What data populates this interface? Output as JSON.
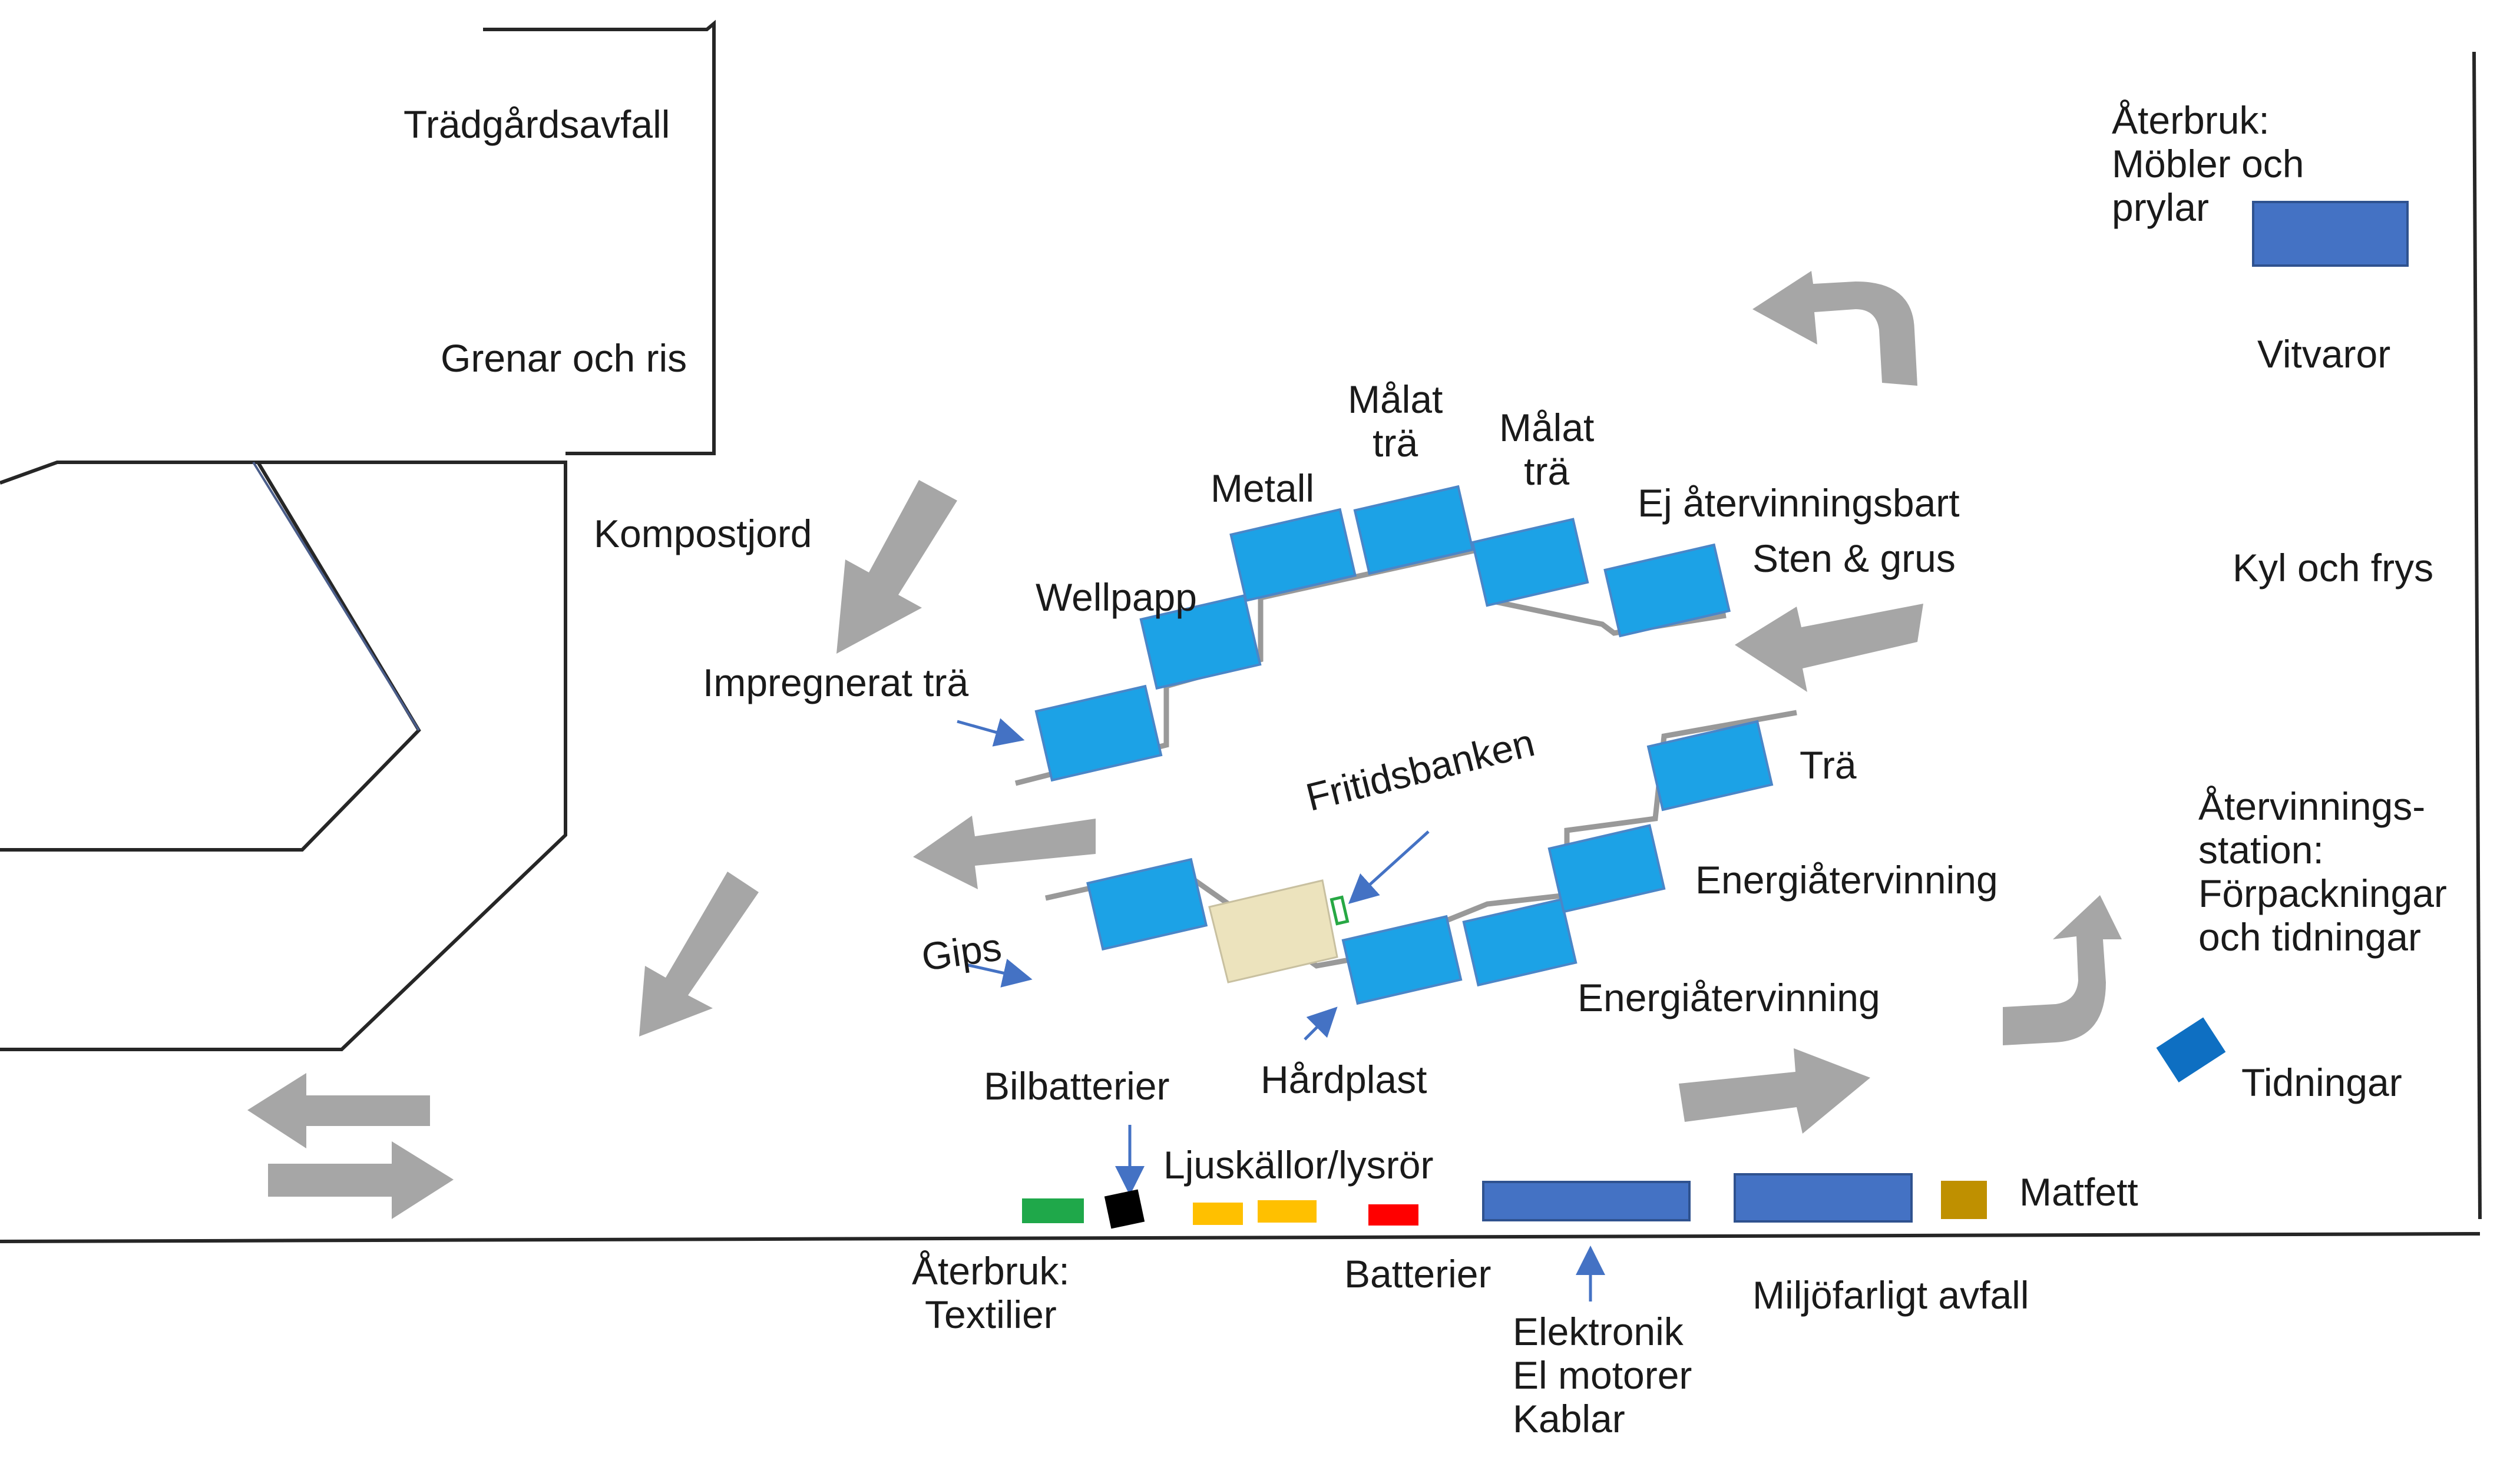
{
  "colors": {
    "container": "#1ca2e6",
    "container_border": "#4a86c8",
    "arrow": "#a6a6a6",
    "wall": "#262626",
    "small_arrow": "#4472c4",
    "hazard_box": "#4472c4",
    "fritidsbanken": "#ece3bd",
    "textilier": "#1fa84a",
    "bilbatterier": "#000000",
    "ljuskallor": "#ffc000",
    "batterier": "#ff0000",
    "matfett": "#bf9000",
    "tidningar": "#0e6fc2",
    "green_marker": "#27a844"
  },
  "labels": {
    "tradgardsavfall": "Trädgårdsavfall",
    "grenar_och_ris": "Grenar och ris",
    "kompostjord": "Kompostjord",
    "impregnerat_tra": "Impregnerat trä",
    "wellpapp": "Wellpapp",
    "metall": "Metall",
    "malat_tra_1": [
      "Målat",
      "trä"
    ],
    "malat_tra_2": [
      "Målat",
      "trä"
    ],
    "ej_atervinningsbart": "Ej återvinningsbart",
    "sten_och_grus": "Sten & grus",
    "aterbruk_mobler": [
      "Återbruk:",
      "Möbler och",
      "prylar"
    ],
    "vitvaror": "Vitvaror",
    "kyl_och_frys": "Kyl och frys",
    "tra": "Trä",
    "fritidsbanken": "Fritidsbanken",
    "energiatervinning_1": "Energiåtervinning",
    "energiatervinning_2": "Energiåtervinning",
    "atervinningsstation": [
      "Återvinnings-",
      "station:",
      "Förpackningar",
      "och tidningar"
    ],
    "gips": "Gips",
    "hardplast": "Hårdplast",
    "tidningar": "Tidningar",
    "bilbatterier": "Bilbatterier",
    "ljuskallor": "Ljuskällor/lysrör",
    "matfett": "Matfett",
    "aterbruk_textilier": [
      "Återbruk:",
      "Textilier"
    ],
    "batterier": "Batterier",
    "miljofarligt_avfall": "Miljöfarligt avfall",
    "elektronik": [
      "Elektronik",
      "El motorer",
      "Kablar"
    ]
  }
}
